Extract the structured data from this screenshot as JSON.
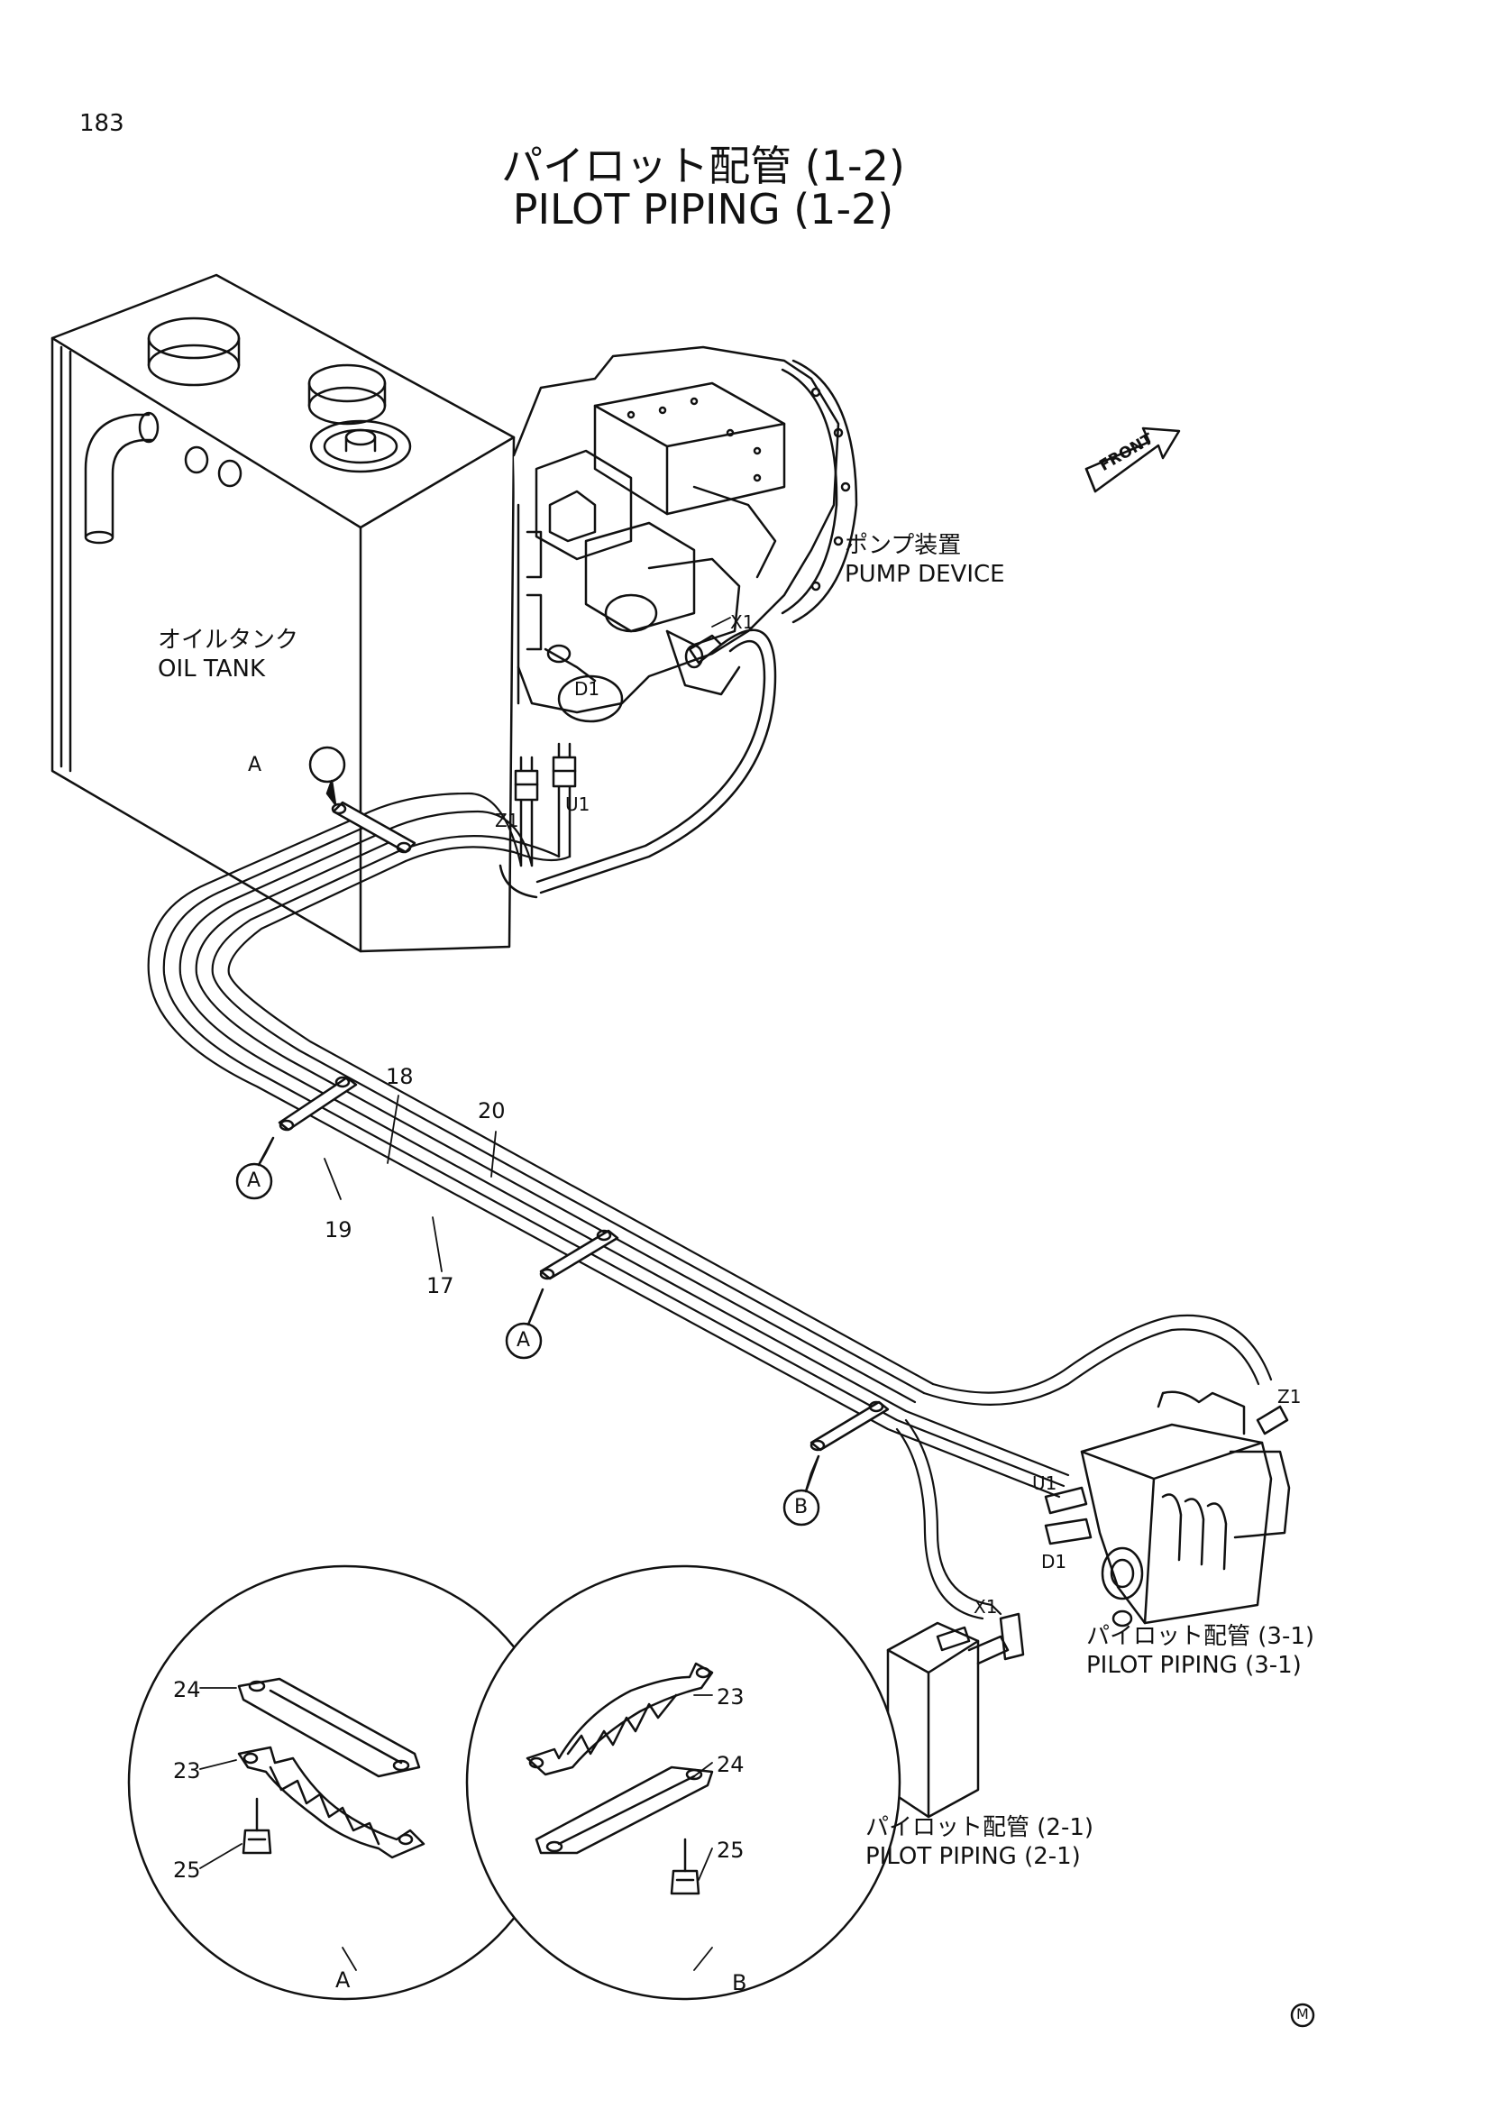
{
  "page": {
    "number": "183",
    "title_jp": "パイロット配管 (1-2)",
    "title_en": "PILOT PIPING (1-2)"
  },
  "components": {
    "oil_tank": {
      "jp": "オイルタンク",
      "en": "OIL TANK"
    },
    "pump_device": {
      "jp": "ポンプ装置",
      "en": "PUMP DEVICE"
    },
    "pilot_piping_3_1": {
      "jp": "パイロット配管 (3-1)",
      "en": "PILOT PIPING (3-1)"
    },
    "pilot_piping_2_1": {
      "jp": "パイロット配管 (2-1)",
      "en": "PILOT PIPING (2-1)"
    },
    "front_arrow": "FRONT"
  },
  "ports": {
    "pump_x1": "X1",
    "pump_d1": "D1",
    "pump_z1": "Z1",
    "pump_u1": "U1",
    "valve_z1": "Z1",
    "valve_u1": "U1",
    "valve_d1": "D1",
    "block_x1": "X1"
  },
  "part_numbers": {
    "p18": "18",
    "p20": "20",
    "p19": "19",
    "p17": "17",
    "detail_a_24": "24",
    "detail_a_23": "23",
    "detail_a_25": "25",
    "detail_b_23": "23",
    "detail_b_24": "24",
    "detail_b_25": "25"
  },
  "clamp_markers": {
    "tank": "A",
    "left": "A",
    "mid": "A",
    "right": "B"
  },
  "detail_views": {
    "a": "A",
    "b": "B"
  },
  "footer_mark": "M"
}
